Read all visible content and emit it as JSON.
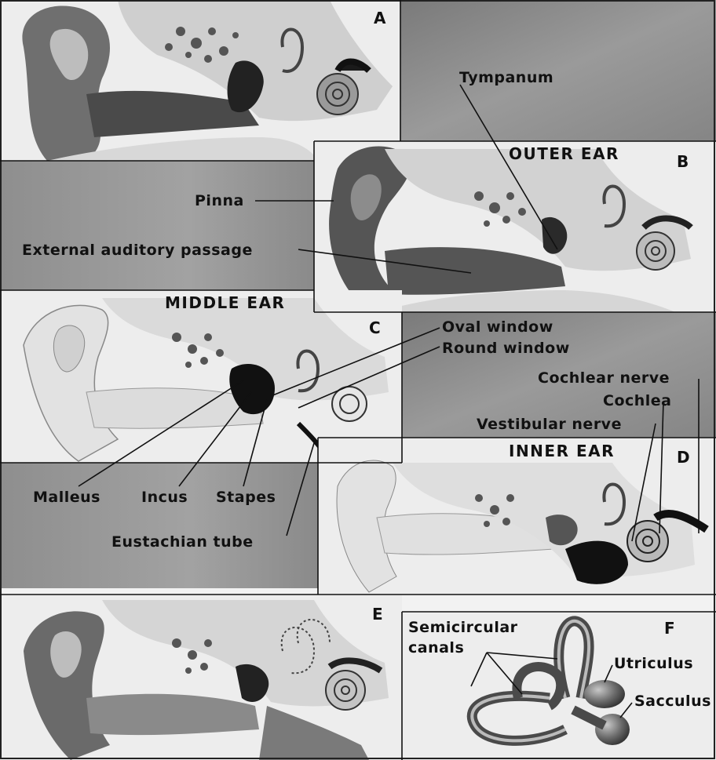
{
  "panels": {
    "a": "A",
    "b": "B",
    "c": "C",
    "d": "D",
    "e": "E",
    "f": "F"
  },
  "headings": {
    "outer_ear": "OUTER EAR",
    "middle_ear": "MIDDLE EAR",
    "inner_ear": "INNER EAR"
  },
  "labels": {
    "tympanum": "Tympanum",
    "pinna": "Pinna",
    "external_auditory_passage": "External auditory passage",
    "oval_window": "Oval window",
    "round_window": "Round window",
    "cochlear_nerve": "Cochlear nerve",
    "cochlea": "Cochlea",
    "vestibular_nerve": "Vestibular nerve",
    "malleus": "Malleus",
    "incus": "Incus",
    "stapes": "Stapes",
    "eustachian_tube": "Eustachian tube",
    "semicircular": "Semicircular",
    "canals": "canals",
    "utriculus": "Utriculus",
    "sacculus": "Sacculus"
  },
  "colors": {
    "paper": "#ececec",
    "gray_panel": "#8a8a8a",
    "ink": "#111111"
  }
}
